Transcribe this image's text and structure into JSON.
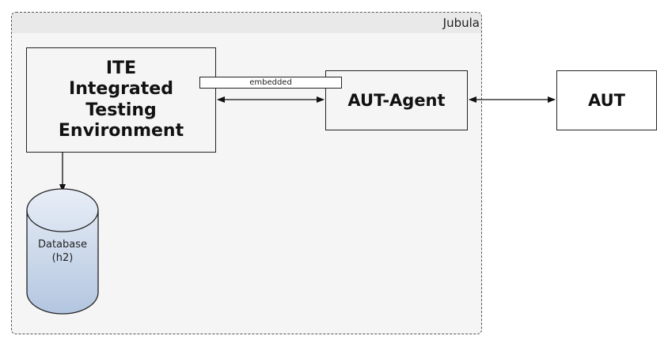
{
  "group": {
    "title": "Jubula"
  },
  "ite": {
    "lines": [
      "ITE",
      "Integrated",
      "Testing",
      "Environment"
    ]
  },
  "agent": {
    "label": "AUT-Agent"
  },
  "aut": {
    "label": "AUT"
  },
  "connector": {
    "label": "embedded"
  },
  "database": {
    "line1": "Database",
    "line2": "(h2)"
  },
  "colors": {
    "db_fill_top": "#e8eef7",
    "db_fill_bottom": "#b3c6e0",
    "stroke": "#222222",
    "group_bg": "#f5f5f5"
  }
}
